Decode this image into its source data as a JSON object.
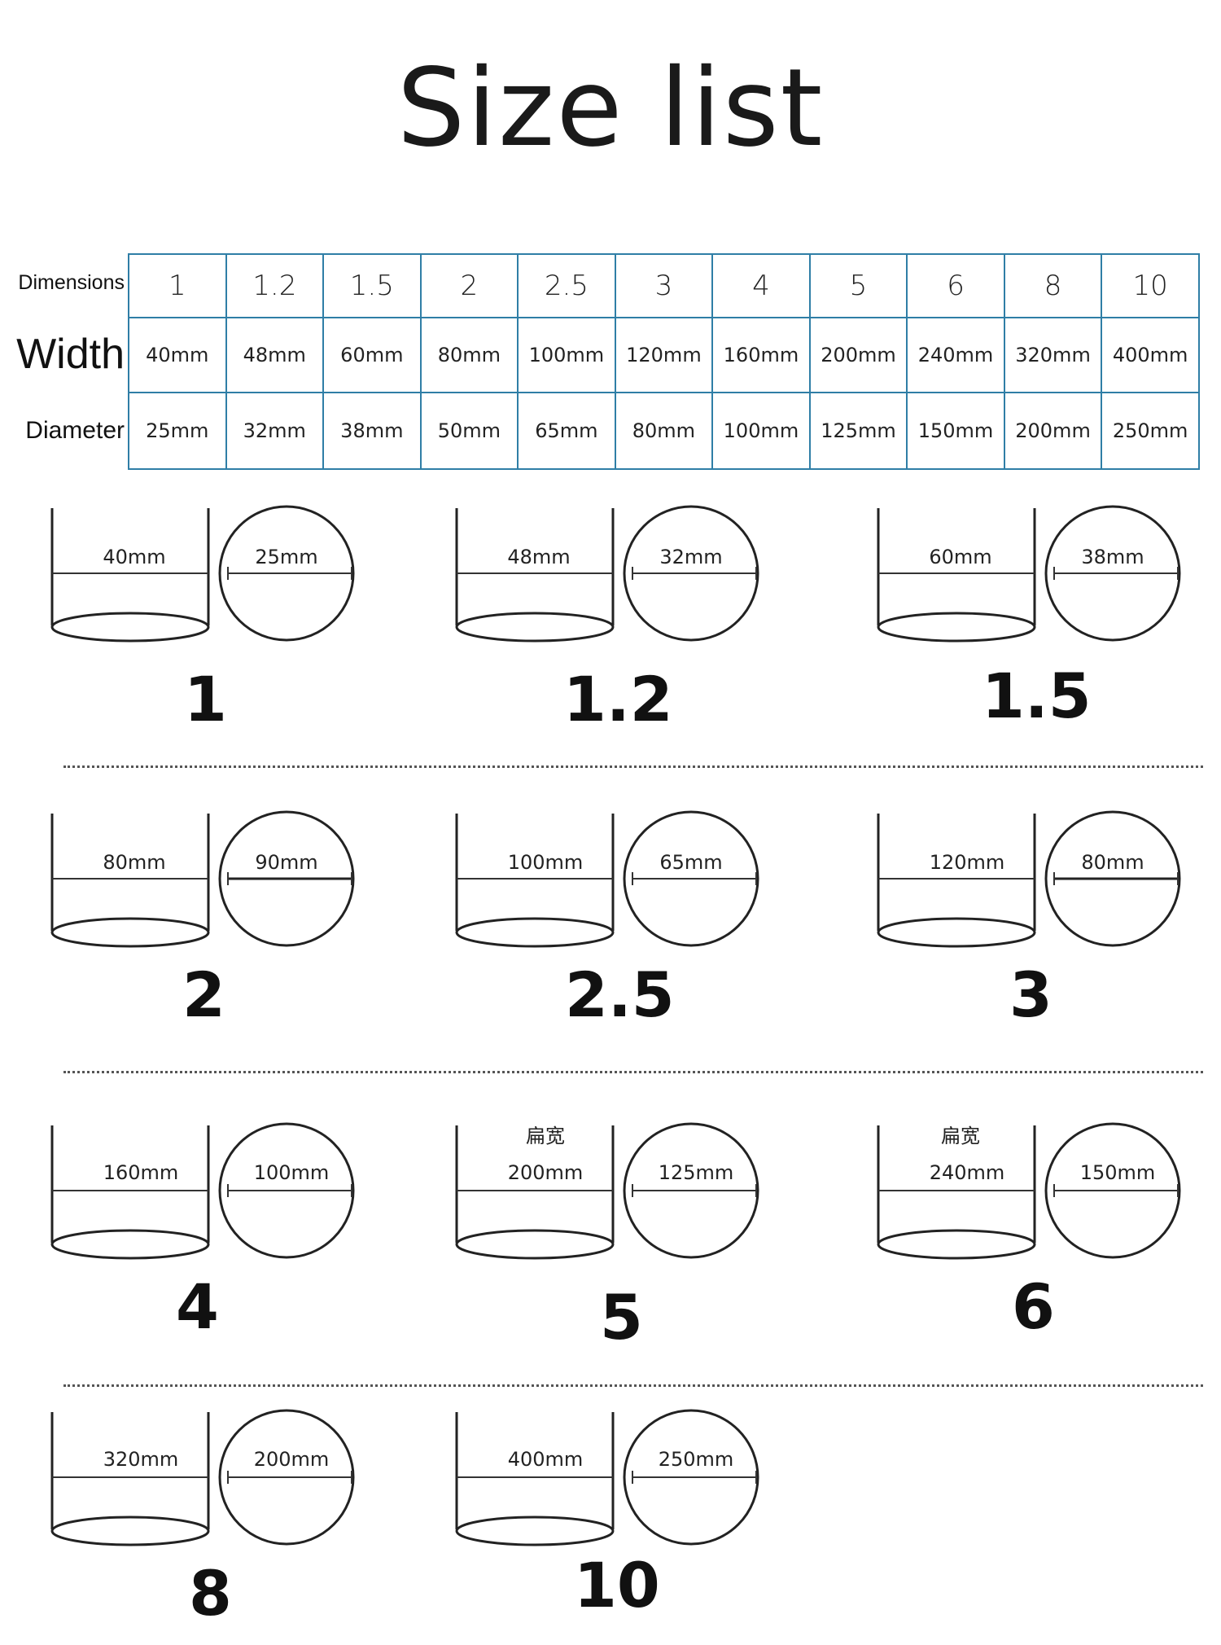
{
  "title": "Size list",
  "table": {
    "row_labels": {
      "dimensions": "Dimensions",
      "width": "Width",
      "diameter": "Diameter"
    },
    "dimensions": [
      "1",
      "1.2",
      "1.5",
      "2",
      "2.5",
      "3",
      "4",
      "5",
      "6",
      "8",
      "10"
    ],
    "widths": [
      "40mm",
      "48mm",
      "60mm",
      "80mm",
      "100mm",
      "120mm",
      "160mm",
      "200mm",
      "240mm",
      "320mm",
      "400mm"
    ],
    "diameters": [
      "25mm",
      "32mm",
      "38mm",
      "50mm",
      "65mm",
      "80mm",
      "100mm",
      "125mm",
      "150mm",
      "200mm",
      "250mm"
    ],
    "border_color": "#2f7ea6"
  },
  "items": [
    {
      "number": "1",
      "width": "40mm",
      "diameter": "25mm",
      "note": ""
    },
    {
      "number": "1.2",
      "width": "48mm",
      "diameter": "32mm",
      "note": ""
    },
    {
      "number": "1.5",
      "width": "60mm",
      "diameter": "38mm",
      "note": ""
    },
    {
      "number": "2",
      "width": "80mm",
      "diameter": "90mm",
      "note": ""
    },
    {
      "number": "2.5",
      "width": "100mm",
      "diameter": "65mm",
      "note": ""
    },
    {
      "number": "3",
      "width": "120mm",
      "diameter": "80mm",
      "note": ""
    },
    {
      "number": "4",
      "width": "160mm",
      "diameter": "100mm",
      "note": ""
    },
    {
      "number": "5",
      "width": "200mm",
      "diameter": "125mm",
      "note": "扁宽"
    },
    {
      "number": "6",
      "width": "240mm",
      "diameter": "150mm",
      "note": "扁宽"
    },
    {
      "number": "8",
      "width": "320mm",
      "diameter": "200mm",
      "note": ""
    },
    {
      "number": "10",
      "width": "400mm",
      "diameter": "250mm",
      "note": ""
    }
  ]
}
